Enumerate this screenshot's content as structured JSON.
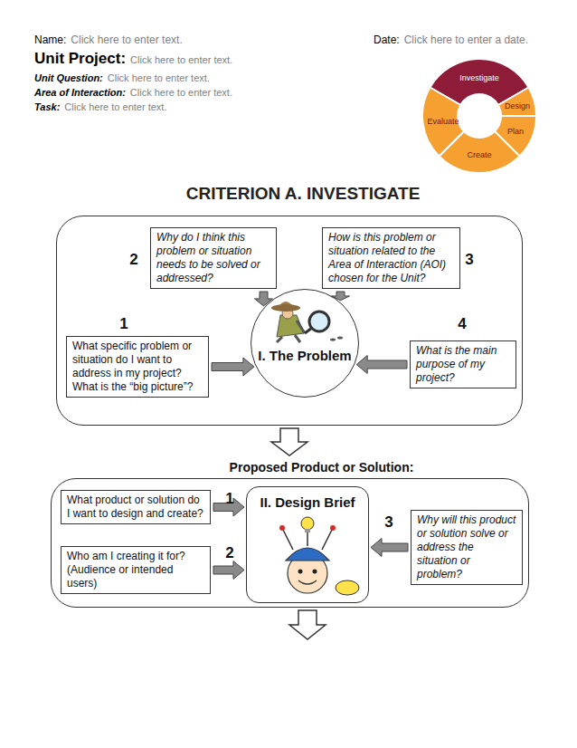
{
  "diagram": {
    "title": "CRITERION A. INVESTIGATE",
    "nodes": [
      {
        "text": []
      },
      {
        "text": [
          "Why do I think this problem or situation needs to be solved or addressed?"
        ],
        "in": 0
      },
      {
        "text": [
          "How is this problem or situation related to the Area of Interaction (AOI) chosen for the Unit?"
        ],
        "in": 0
      },
      {
        "text": [
          "What specific problem or situation do I want to address in my project? What is the “big picture”?"
        ],
        "in": 0
      },
      {
        "text": [
          "I. The Problem"
        ],
        "in": 0
      },
      {
        "text": [
          "What is the main purpose of my project?"
        ],
        "in": 0
      },
      {
        "text": [
          "Proposed Product or Solution:"
        ]
      },
      {
        "text": [
          "What product or solution do I want to design and create?"
        ],
        "in": 6
      },
      {
        "text": [
          "Who am I creating it for? (Audience or intended users)"
        ],
        "in": 6
      },
      {
        "text": [
          "II. Design Brief"
        ],
        "in": 6
      },
      {
        "text": [
          "Why will this product or solution solve or address the situation or problem?"
        ],
        "in": 6
      }
    ],
    "edges": [
      {
        "from": 1,
        "to": 4,
        "arrow": "to"
      },
      {
        "from": 2,
        "to": 4,
        "arrow": "to"
      },
      {
        "from": 3,
        "to": 4,
        "arrow": "to"
      },
      {
        "from": 5,
        "to": 4,
        "arrow": "to"
      },
      {
        "from": 0,
        "to": 6,
        "arrow": "to"
      },
      {
        "from": 7,
        "to": 9,
        "arrow": "to"
      },
      {
        "from": 8,
        "to": 9,
        "arrow": "to"
      },
      {
        "from": 10,
        "to": 9,
        "arrow": "to"
      }
    ],
    "labels": [
      "Name:",
      "Click here to enter text.",
      "Date:",
      "Click here to enter a date.",
      "Unit Project:",
      "Click here to enter text.",
      "Unit Question:",
      "Click here to enter text.",
      "Area of Interaction:",
      "Click here to enter text.",
      "Task:",
      "Click here to enter text.",
      "Investigate",
      "Design",
      "Plan",
      "Create",
      "Evaluate",
      "2",
      "3",
      "1",
      "4",
      "1",
      "2",
      "3"
    ]
  }
}
